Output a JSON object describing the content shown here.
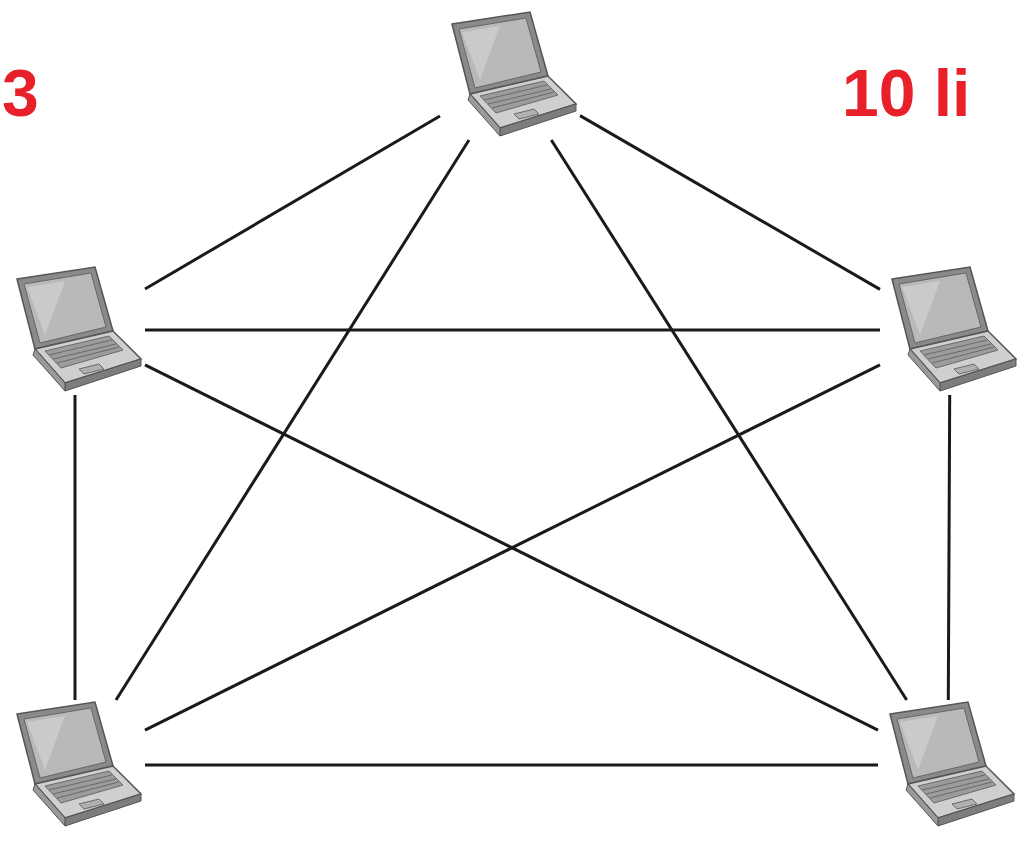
{
  "diagram": {
    "nodes": [
      {
        "text": []
      },
      {
        "text": []
      },
      {
        "text": []
      },
      {
        "text": []
      },
      {
        "text": []
      }
    ],
    "edges": [
      {
        "from": 0,
        "to": 1,
        "arrow": "none"
      },
      {
        "from": 0,
        "to": 2,
        "arrow": "none"
      },
      {
        "from": 0,
        "to": 3,
        "arrow": "none"
      },
      {
        "from": 0,
        "to": 4,
        "arrow": "none"
      },
      {
        "from": 1,
        "to": 2,
        "arrow": "none"
      },
      {
        "from": 1,
        "to": 3,
        "arrow": "none"
      },
      {
        "from": 1,
        "to": 4,
        "arrow": "none"
      },
      {
        "from": 2,
        "to": 3,
        "arrow": "none"
      },
      {
        "from": 2,
        "to": 4,
        "arrow": "none"
      },
      {
        "from": 3,
        "to": 4,
        "arrow": "none"
      }
    ],
    "labels": [
      "3",
      "10 li"
    ]
  }
}
